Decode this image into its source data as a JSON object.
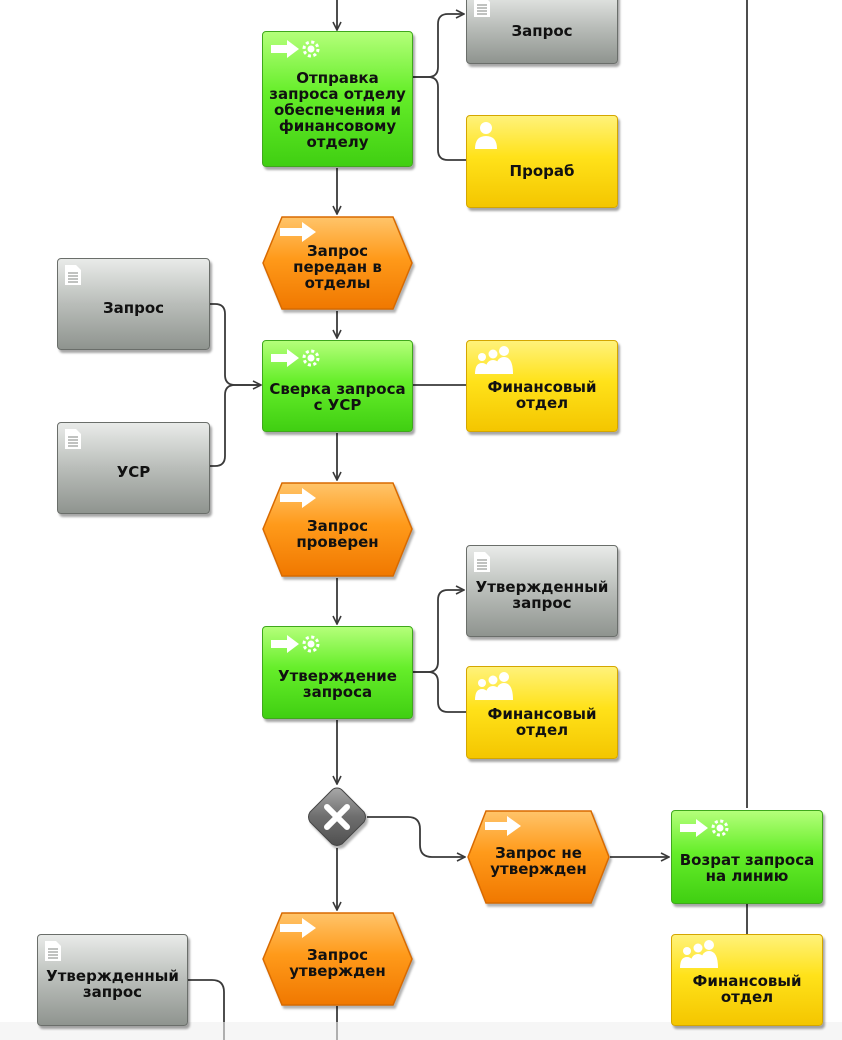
{
  "nodes": {
    "send_request": "Отправка запроса отделу обеспечения и финансовому отделу",
    "request_doc_top": "Запрос",
    "foreman": "Прораб",
    "request_passed": "Запрос передан в отделы",
    "request_doc_left": "Запрос",
    "check_request": "Сверка запроса с УСР",
    "finance_dept_1": "Финансовый отдел",
    "usr_doc": "УСР",
    "request_checked": "Запрос проверен",
    "approved_doc_right": "Утвержденный запрос",
    "approve_request": "Утверждение запроса",
    "finance_dept_2": "Финансовый отдел",
    "request_not_approved": "Запрос не утвержден",
    "return_request": "Возрат запроса на линию",
    "request_approved": "Запрос утвержден",
    "finance_dept_3": "Финансовый отдел",
    "approved_doc_left": "Утвержденный запрос"
  },
  "colors": {
    "function": "#5ee81f",
    "event": "#ff9a1a",
    "document": "#b4b8b4",
    "role": "#ffdc0a",
    "connector": "#3a3a3a",
    "gateway": "#6a6a6a"
  },
  "icons": {
    "function": "arrow-gear-icon",
    "event": "arrow-icon",
    "document": "document-icon",
    "role_person": "person-icon",
    "role_group": "group-icon",
    "gateway": "xor-gateway-icon"
  }
}
